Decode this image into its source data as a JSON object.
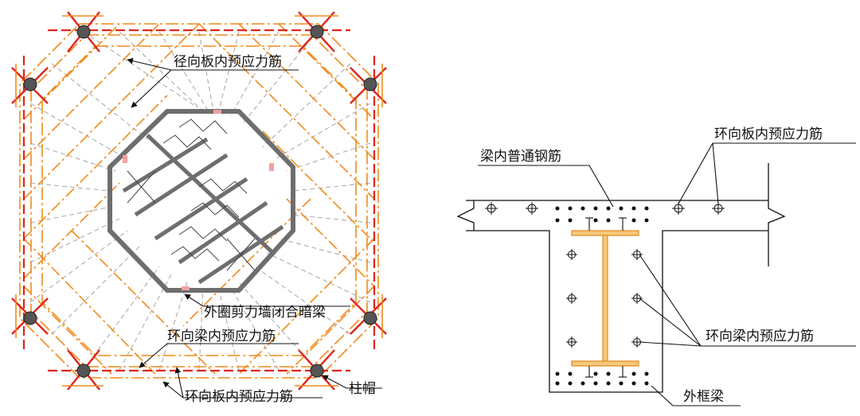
{
  "plan": {
    "label_radial_tendon": "径向板内预应力筋",
    "label_core_wall_beam": "外圈剪力墙闭合暗梁",
    "label_ring_beam_tendon": "环向梁内预应力筋",
    "label_ring_slab_tendon": "环向板内预应力筋",
    "label_column_cap": "柱帽"
  },
  "section": {
    "label_ring_slab_tendon": "环向板内预应力筋",
    "label_beam_rebar": "梁内普通钢筋",
    "label_ring_beam_tendon": "环向梁内预应力筋",
    "label_outer_frame_beam": "外框梁"
  },
  "colors": {
    "red": "#e0241c",
    "orange": "#f08a1a",
    "grey_line": "#9a9a9a",
    "wall": "#6e6e6e",
    "column": "#555555",
    "steel": "#f0a030"
  }
}
